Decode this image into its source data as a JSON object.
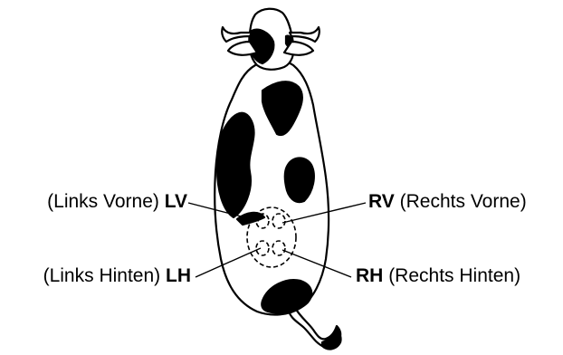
{
  "labels": {
    "lv": {
      "code": "LV",
      "name": "(Links Vorne)"
    },
    "lh": {
      "code": "LH",
      "name": "(Links Hinten)"
    },
    "rv": {
      "code": "RV",
      "name": "(Rechts Vorne)"
    },
    "rh": {
      "code": "RH",
      "name": "(Rechts Hinten)"
    }
  },
  "colors": {
    "ink": "#000000",
    "body": "#ffffff"
  }
}
